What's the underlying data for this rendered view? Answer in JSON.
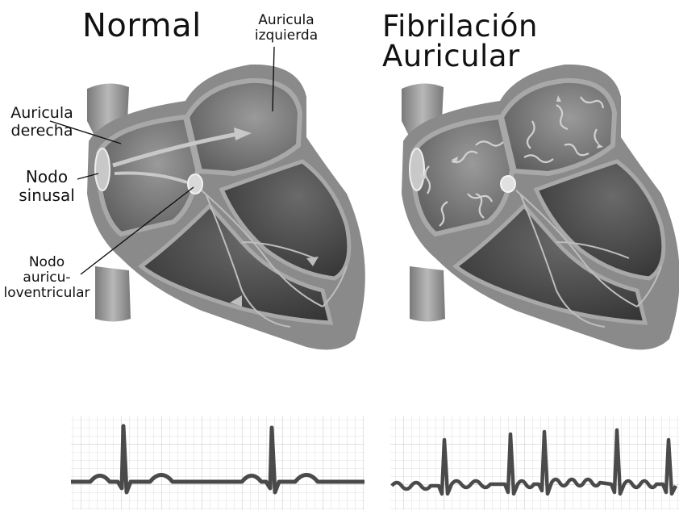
{
  "titles": {
    "normal": "Normal",
    "afib": "Fibrilación Auricular"
  },
  "labels": {
    "left_atrium": [
      "Auricula",
      "izquierda"
    ],
    "right_atrium": [
      "Auricula",
      "derecha"
    ],
    "sinus_node": [
      "Nodo",
      "sinusal"
    ],
    "av_node": [
      "Nodo",
      "auricu-",
      "loventricular"
    ]
  },
  "colors": {
    "heart_shell": "#8a8a8a",
    "chamber": "#555555",
    "wall": "#a8a8a8",
    "ecg_grid": "#d6d6d6",
    "ecg_trace": "#4a4a4a"
  }
}
